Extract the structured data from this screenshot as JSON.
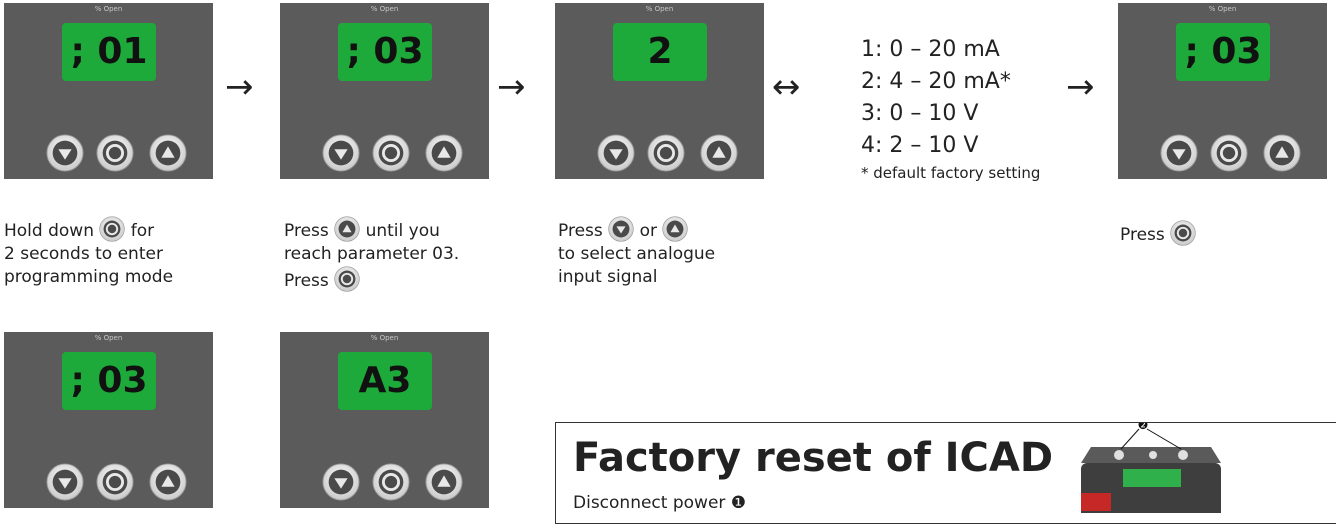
{
  "panel_label": "% Open",
  "panels": [
    {
      "display": "; 01"
    },
    {
      "display": "; 03"
    },
    {
      "display": "2"
    },
    {
      "display": "; 03"
    },
    {
      "display": "; 03"
    },
    {
      "display": "A3"
    }
  ],
  "captions": {
    "c1_a": "Hold down",
    "c1_b": "for",
    "c1_line2": "2 seconds to enter",
    "c1_line3": "programming mode",
    "c2_a": "Press",
    "c2_b": "until you",
    "c2_line2": "reach parameter 03.",
    "c2_line3": "Press",
    "c3_a": "Press",
    "c3_b": "or",
    "c3_line2": "to select analogue",
    "c3_line3": "input signal",
    "c5_a": "Press"
  },
  "arrows": {
    "right": "→",
    "both": "↔"
  },
  "signal_options": [
    "1: 0 – 20 mA",
    "2: 4 – 20 mA*",
    "3: 0 – 10 V",
    "4: 2 – 10 V"
  ],
  "signal_note": "* default factory setting",
  "factory_reset": {
    "title": "Factory reset of ICAD",
    "line1": "Disconnect power ❶",
    "callout": "❷"
  },
  "colors": {
    "panel_bg": "#5b5b5b",
    "lcd_green": "#1eaa3a"
  },
  "icons": [
    "down-button-icon",
    "ok-button-icon",
    "up-button-icon"
  ]
}
